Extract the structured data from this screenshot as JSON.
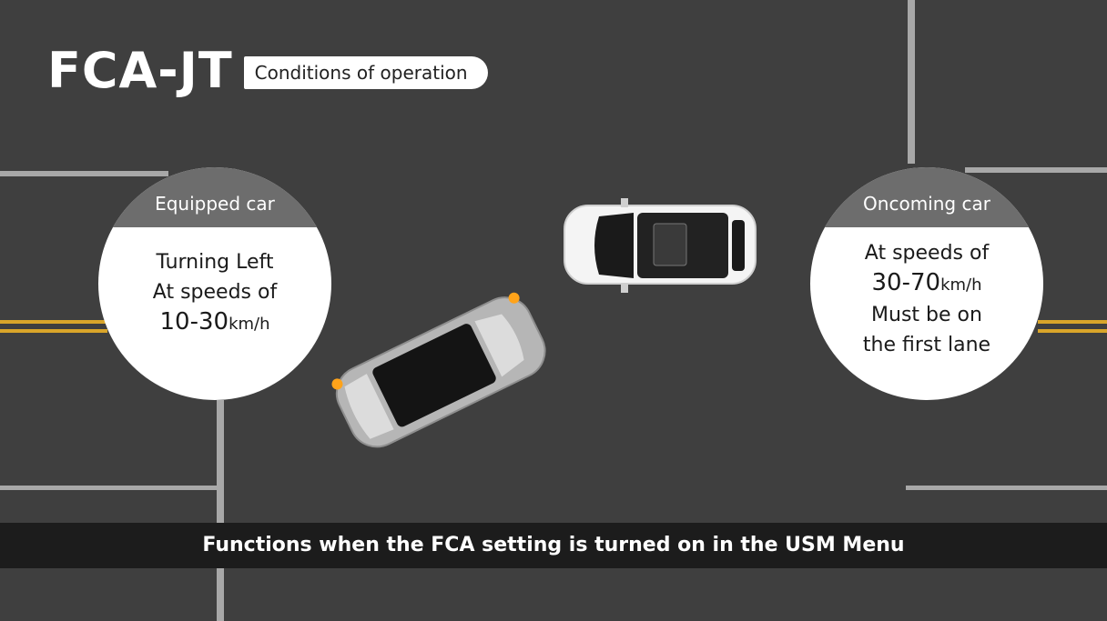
{
  "title": "FCA-JT",
  "subtitle": "Conditions of operation",
  "equipped_car": {
    "heading": "Equipped car",
    "line1": "Turning Left",
    "line2": "At speeds of",
    "speed": "10-30",
    "unit": "km/h"
  },
  "oncoming_car": {
    "heading": "Oncoming car",
    "line1": "At speeds of",
    "speed": "30-70",
    "unit": "km/h",
    "line2": "Must be on",
    "line3": "the first lane"
  },
  "banner": "Functions when the FCA setting is turned on in the USM Menu",
  "colors": {
    "road": "#3e3e3e",
    "lane_white": "#a8a8a8",
    "lane_yellow": "#d9a52a",
    "bubble_head": "#6d6d6d",
    "banner": "#1c1c1c",
    "turn_signal": "#ffa31a"
  }
}
